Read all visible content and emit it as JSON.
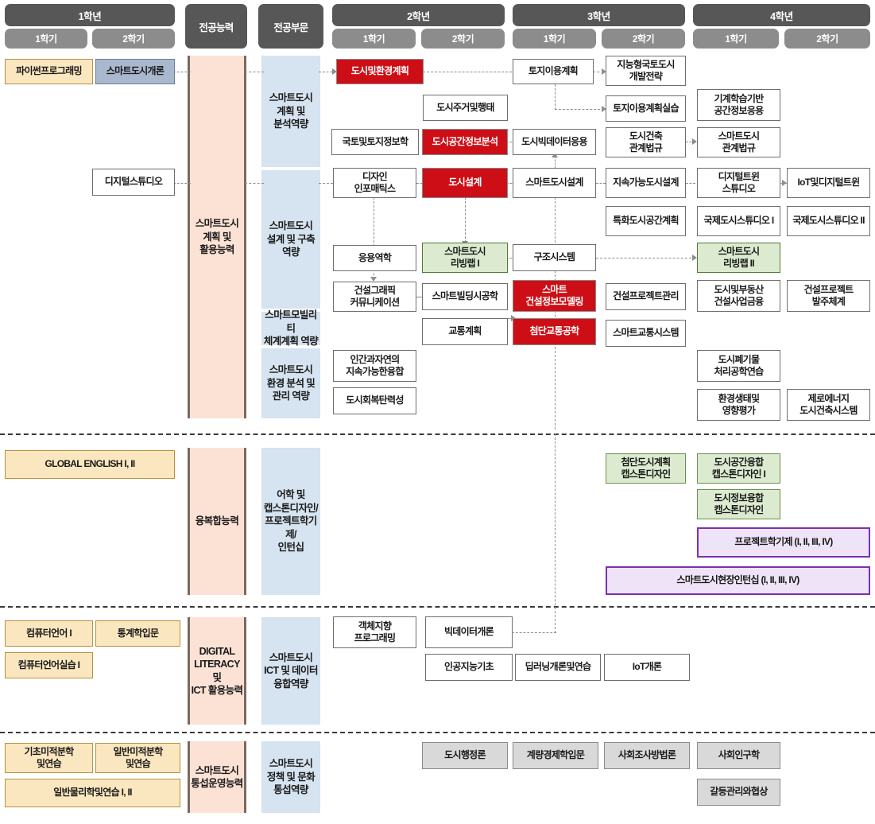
{
  "header": {
    "years": [
      {
        "label": "1학년"
      },
      {
        "label": "2학년"
      },
      {
        "label": "3학년"
      },
      {
        "label": "4학년"
      }
    ],
    "semesters": [
      "1학기",
      "2학기",
      "1학기",
      "2학기",
      "1학기",
      "2학기",
      "1학기",
      "2학기"
    ],
    "ability_column": "전공능력",
    "sector_column": "전공부문"
  },
  "sections": [
    {
      "ability": "스마트도시\n계획 및\n활용능력",
      "sectors": [
        "스마트도시\n계획 및\n분석역량",
        "스마트도시\n설계 및 구축\n역량",
        "스마트모빌리티\n체계계획 역량",
        "스마트도시\n환경 분석 및\n관리 역량"
      ],
      "courses": [
        {
          "label": "파이썬프로그래밍",
          "style": "cream"
        },
        {
          "label": "스마트도시개론",
          "style": "blue"
        },
        {
          "label": "디지털스튜디오",
          "style": "white"
        },
        {
          "label": "도시및환경계획",
          "style": "red"
        },
        {
          "label": "도시주거및행태",
          "style": "white"
        },
        {
          "label": "국토및토지정보학",
          "style": "white"
        },
        {
          "label": "도시공간정보분석",
          "style": "red"
        },
        {
          "label": "토지이용계획",
          "style": "white"
        },
        {
          "label": "도시빅데이터응용",
          "style": "white"
        },
        {
          "label": "지능형국토도시\n개발전략",
          "style": "white"
        },
        {
          "label": "토지이용계획실습",
          "style": "white"
        },
        {
          "label": "도시건축\n관계법규",
          "style": "white"
        },
        {
          "label": "기계학습기반\n공간정보응용",
          "style": "white"
        },
        {
          "label": "스마트도시\n관계법규",
          "style": "white"
        },
        {
          "label": "디자인\n인포매틱스",
          "style": "white"
        },
        {
          "label": "도시설계",
          "style": "red"
        },
        {
          "label": "스마트도시설계",
          "style": "white"
        },
        {
          "label": "지속가능도시설계",
          "style": "white"
        },
        {
          "label": "디지털트윈\n스튜디오",
          "style": "white"
        },
        {
          "label": "IoT및디지털트윈",
          "style": "white"
        },
        {
          "label": "특화도시공간계획",
          "style": "white"
        },
        {
          "label": "국제도시스튜디오 I",
          "style": "white"
        },
        {
          "label": "국제도시스튜디오 II",
          "style": "white"
        },
        {
          "label": "응용역학",
          "style": "white"
        },
        {
          "label": "스마트도시\n리빙랩 I",
          "style": "greenlab"
        },
        {
          "label": "구조시스템",
          "style": "white"
        },
        {
          "label": "스마트도시\n리빙랩 II",
          "style": "greenlab"
        },
        {
          "label": "건설그래픽\n커뮤니케이션",
          "style": "white"
        },
        {
          "label": "스마트빌딩시공학",
          "style": "white"
        },
        {
          "label": "스마트\n건설정보모델링",
          "style": "red"
        },
        {
          "label": "건설프로젝트관리",
          "style": "white"
        },
        {
          "label": "도시및부동산\n건설사업금융",
          "style": "white"
        },
        {
          "label": "건설프로젝트\n발주체계",
          "style": "white"
        },
        {
          "label": "교통계획",
          "style": "white"
        },
        {
          "label": "첨단교통공학",
          "style": "red"
        },
        {
          "label": "스마트교통시스템",
          "style": "white"
        },
        {
          "label": "인간과자연의\n지속가능한융합",
          "style": "white"
        },
        {
          "label": "도시폐기물\n처리공학연습",
          "style": "white"
        },
        {
          "label": "도시회복탄력성",
          "style": "white"
        },
        {
          "label": "환경생태및\n영향평가",
          "style": "white"
        },
        {
          "label": "제로에너지\n도시건축시스템",
          "style": "white"
        }
      ]
    },
    {
      "ability": "융복합능력",
      "sectors": [
        "어학 및\n캡스톤디자인/\n프로젝트학기제/\n인턴십"
      ],
      "courses": [
        {
          "label": "GLOBAL ENGLISH I, II",
          "style": "cream"
        },
        {
          "label": "첨단도시계획\n캡스톤디자인",
          "style": "green"
        },
        {
          "label": "도시공간융합\n캡스톤디자인 I",
          "style": "green"
        },
        {
          "label": "도시정보융합\n캡스톤디자인",
          "style": "green"
        },
        {
          "label": "프로젝트학기제 (I, II, III, IV)",
          "style": "purple"
        },
        {
          "label": "스마트도시현장인턴십 (I, II, III, IV)",
          "style": "purple"
        }
      ]
    },
    {
      "ability": "DIGITAL\nLITERACY 및\nICT 활용능력",
      "sectors": [
        "스마트도시\nICT 및 데이터\n융합역량"
      ],
      "courses": [
        {
          "label": "컴퓨터언어 I",
          "style": "cream"
        },
        {
          "label": "통계학입문",
          "style": "cream"
        },
        {
          "label": "컴퓨터언어실습 I",
          "style": "cream"
        },
        {
          "label": "객체지향\n프로그래밍",
          "style": "white"
        },
        {
          "label": "빅데이터개론",
          "style": "white"
        },
        {
          "label": "인공지능기초",
          "style": "white"
        },
        {
          "label": "딥러닝개론및연습",
          "style": "white"
        },
        {
          "label": "IoT개론",
          "style": "white"
        }
      ]
    },
    {
      "ability": "스마트도시\n통섭운영능력",
      "sectors": [
        "스마트도시\n정책 및 문화\n통섭역량"
      ],
      "courses": [
        {
          "label": "기초미적분학\n및연습",
          "style": "cream"
        },
        {
          "label": "일반미적분학\n및연습",
          "style": "cream"
        },
        {
          "label": "일반물리학및연습 I, II",
          "style": "cream"
        },
        {
          "label": "도시행정론",
          "style": "grey"
        },
        {
          "label": "계량경제학입문",
          "style": "grey"
        },
        {
          "label": "사회조사방법론",
          "style": "grey"
        },
        {
          "label": "사회인구학",
          "style": "grey"
        },
        {
          "label": "갈등관리와협상",
          "style": "grey"
        }
      ]
    }
  ],
  "colors": {
    "header_year": "#575757",
    "header_semester": "#8c8c8c",
    "ability_band": "#fbe2d5",
    "sector_band": "#d6e3f0",
    "highlight_red": "#ce0e16",
    "living_lab_green": "#dcebd0",
    "capstone_green": "#dcebd0",
    "project_purple": "#efe4f7",
    "basic_cream": "#fbe7bf",
    "intro_blue": "#a9b8ce",
    "policy_grey": "#d9d9d9"
  }
}
